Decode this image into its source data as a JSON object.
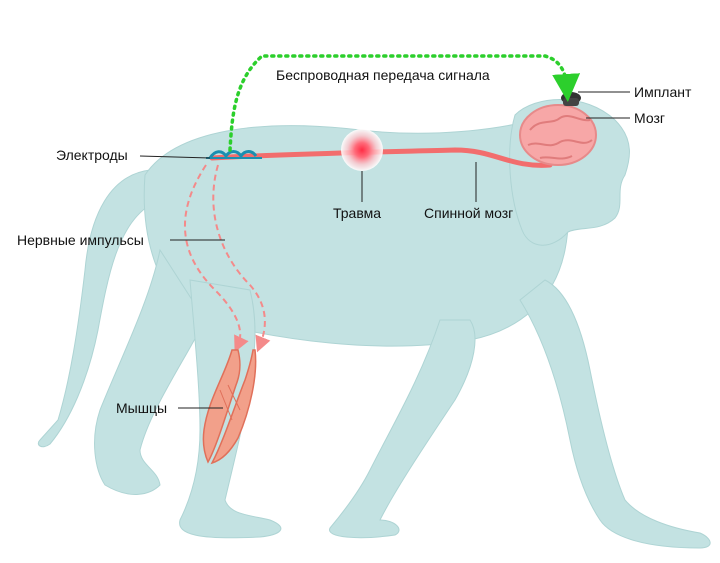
{
  "labels": {
    "wireless": "Беспроводная  передача сигнала",
    "implant": "Имплант",
    "brain": "Мозг",
    "electrodes": "Электроды",
    "injury": "Травма",
    "spinal_cord": "Спинной мозг",
    "nerve_impulses": "Нервные импульсы",
    "muscles": "Мышцы"
  },
  "colors": {
    "body": "#c3e2e2",
    "spinal_cord": "#f26d6d",
    "brain": "#f7a7a7",
    "muscles": "#f2a08a",
    "wireless_arrow": "#2ccf2c",
    "impulse_arrows": "#f48a8a",
    "injury_glow": "#ff4a5a",
    "electrodes": "#1a8fb0",
    "implant": "#333333",
    "leader_lines": "#222222"
  },
  "icons": [
    "implant-icon",
    "brain-icon",
    "electrodes-icon",
    "injury-glow-icon",
    "muscle-icon"
  ]
}
